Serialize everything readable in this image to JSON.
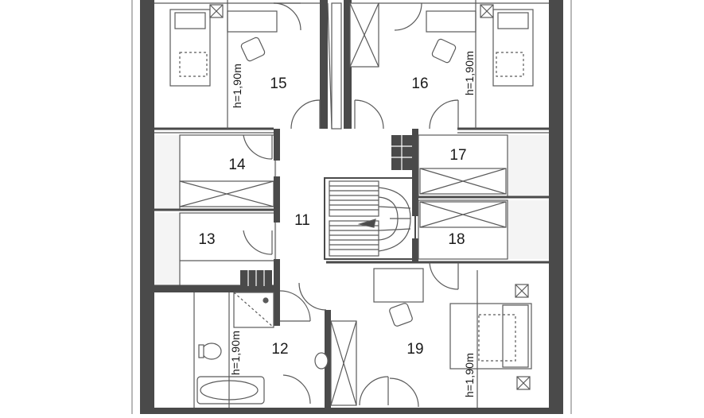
{
  "plan": {
    "rooms": [
      {
        "id": "15",
        "label": "15"
      },
      {
        "id": "16",
        "label": "16"
      },
      {
        "id": "14",
        "label": "14"
      },
      {
        "id": "17",
        "label": "17"
      },
      {
        "id": "11",
        "label": "11"
      },
      {
        "id": "13",
        "label": "13"
      },
      {
        "id": "18",
        "label": "18"
      },
      {
        "id": "12",
        "label": "12"
      },
      {
        "id": "19",
        "label": "19"
      }
    ],
    "height_labels": [
      {
        "room": "15",
        "text": "h=1,90m"
      },
      {
        "room": "16",
        "text": "h=1,90m"
      },
      {
        "room": "12",
        "text": "h=1,90m"
      },
      {
        "room": "19",
        "text": "h=1,90m"
      }
    ],
    "colors": {
      "wall": "#4a4a4a",
      "line": "#5a5a5a",
      "fill": "#f4f4f4",
      "background": "#ffffff"
    }
  }
}
